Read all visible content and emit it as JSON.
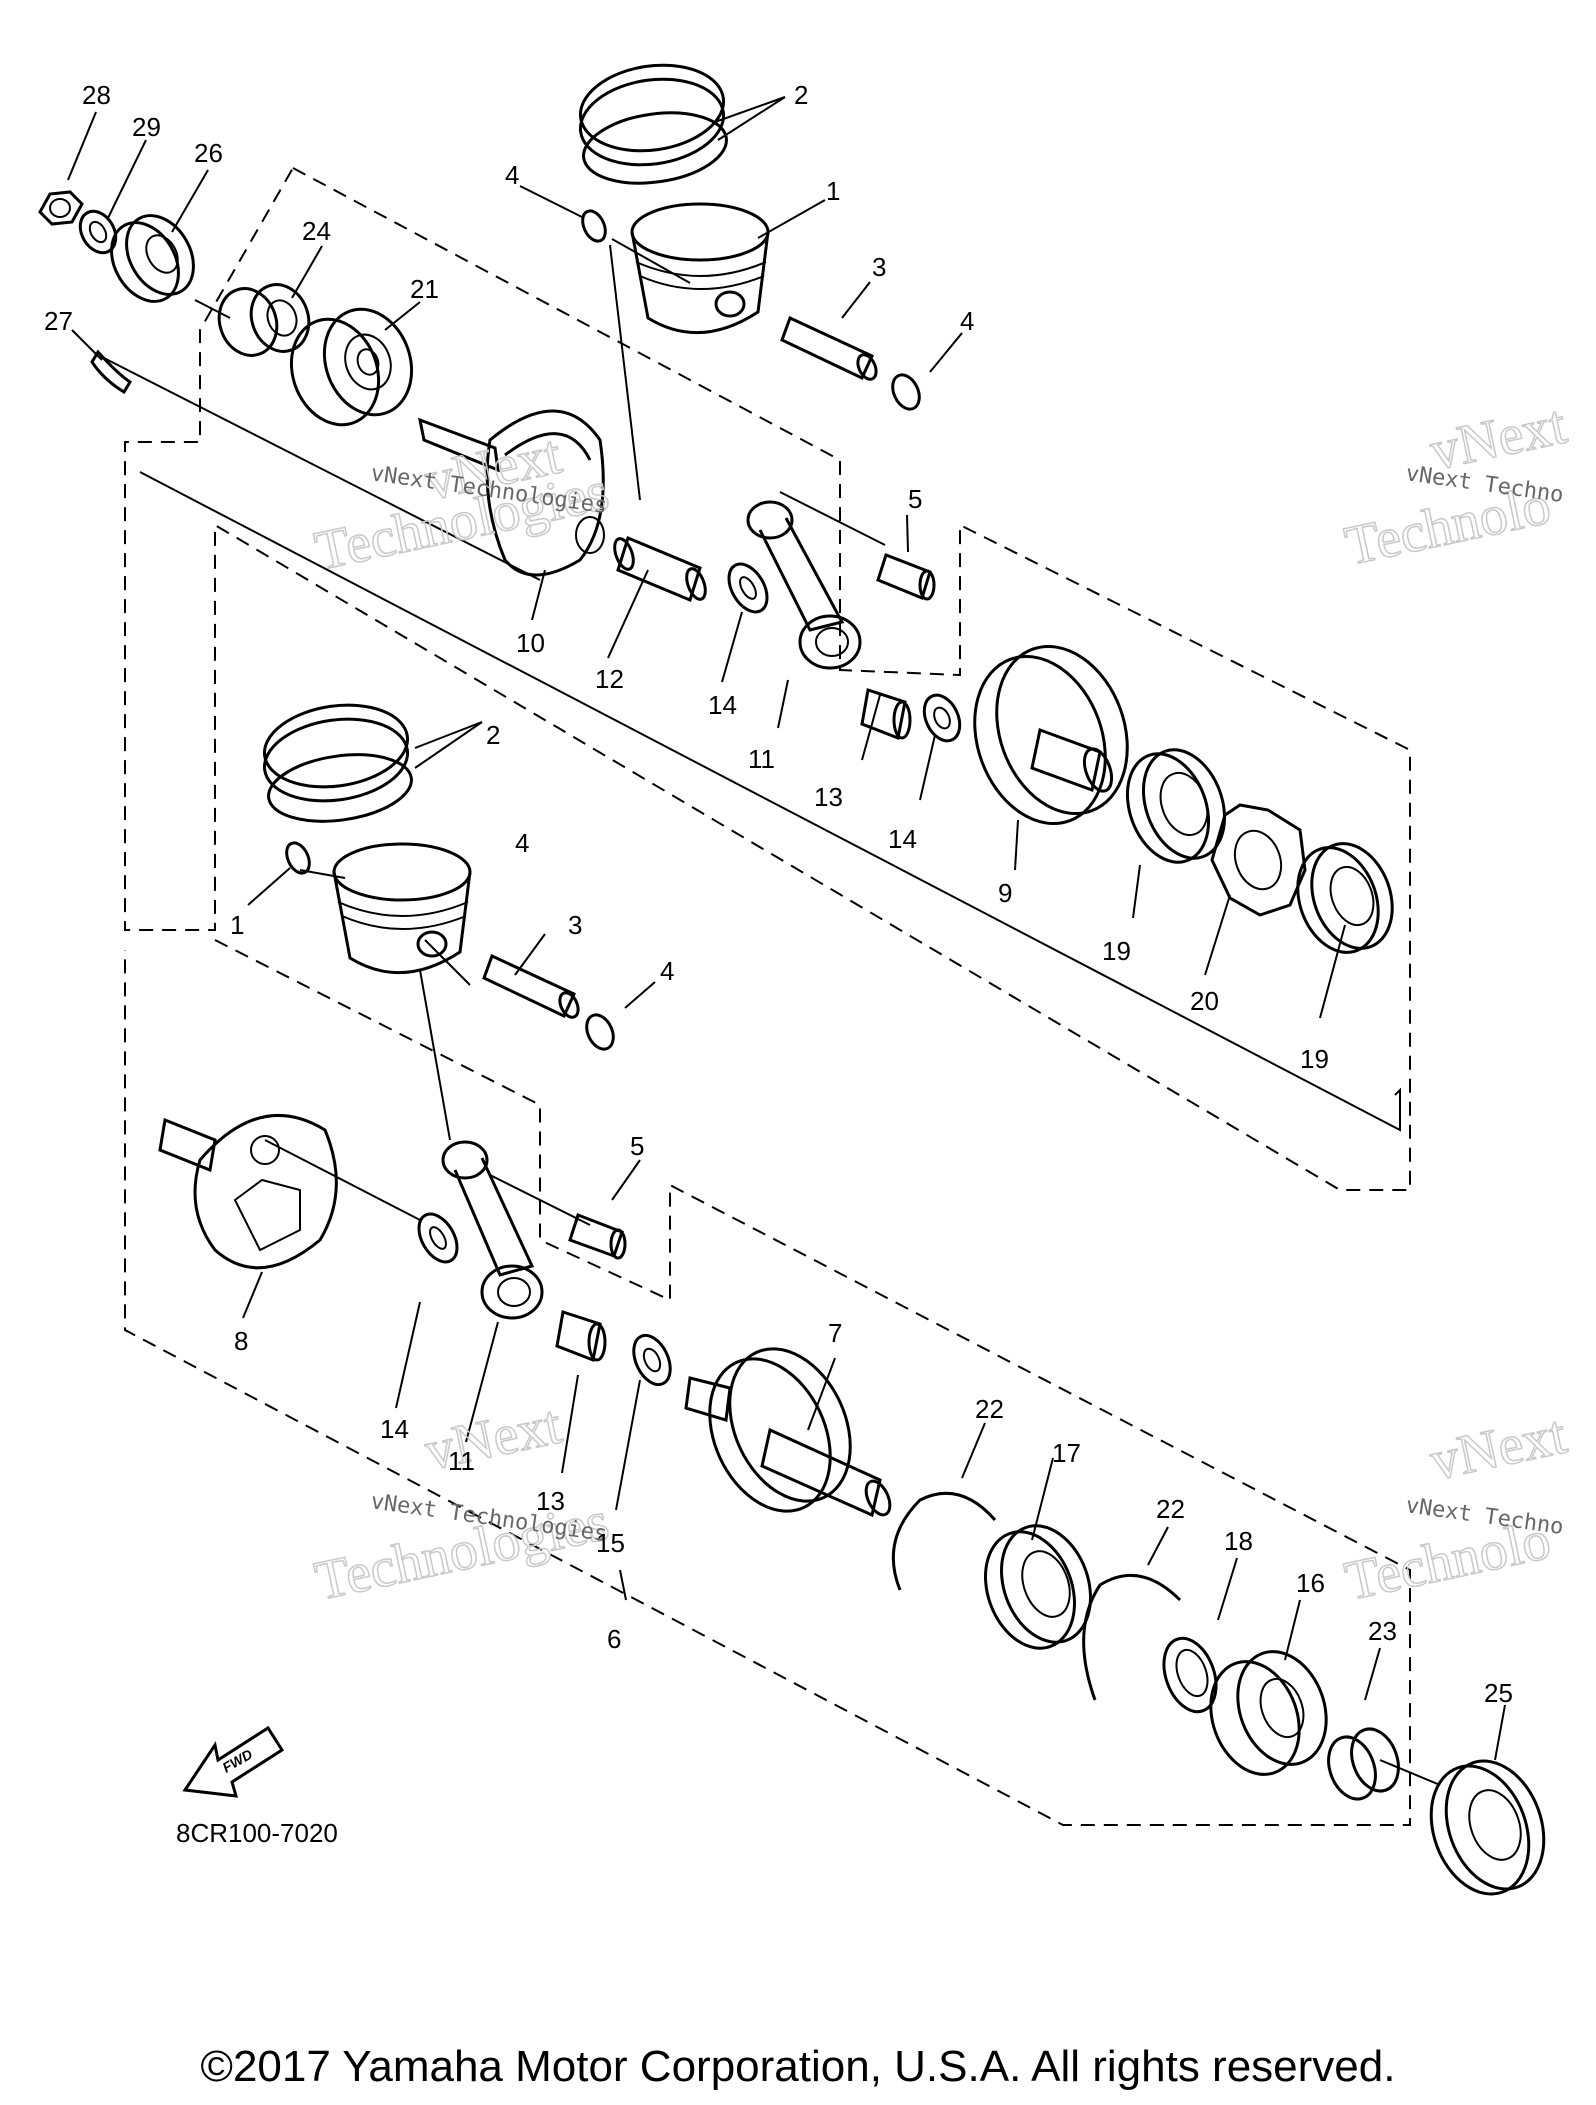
{
  "diagram": {
    "code": "8CR100-7020",
    "fwd_label": "FWD",
    "watermark_line1": "vNext",
    "watermark_line2": "Technologies",
    "watermark_small": "vNext Technologies",
    "watermark_edge_small": "vNext Techno",
    "watermark_edge_big": "Technolo",
    "callouts": [
      {
        "id": "c28",
        "text": "28"
      },
      {
        "id": "c29",
        "text": "29"
      },
      {
        "id": "c26",
        "text": "26"
      },
      {
        "id": "c24",
        "text": "24"
      },
      {
        "id": "c21",
        "text": "21"
      },
      {
        "id": "c27",
        "text": "27"
      },
      {
        "id": "c2a",
        "text": "2"
      },
      {
        "id": "c4a",
        "text": "4"
      },
      {
        "id": "c1a",
        "text": "1"
      },
      {
        "id": "c3a",
        "text": "3"
      },
      {
        "id": "c4b",
        "text": "4"
      },
      {
        "id": "c5a",
        "text": "5"
      },
      {
        "id": "c10",
        "text": "10"
      },
      {
        "id": "c12",
        "text": "12"
      },
      {
        "id": "c14a",
        "text": "14"
      },
      {
        "id": "c11a",
        "text": "11"
      },
      {
        "id": "c13a",
        "text": "13"
      },
      {
        "id": "c14b",
        "text": "14"
      },
      {
        "id": "c9",
        "text": "9"
      },
      {
        "id": "c19a",
        "text": "19"
      },
      {
        "id": "c20",
        "text": "20"
      },
      {
        "id": "c19b",
        "text": "19"
      },
      {
        "id": "c2b",
        "text": "2"
      },
      {
        "id": "c1b",
        "text": "1"
      },
      {
        "id": "c4c",
        "text": "4"
      },
      {
        "id": "c3b",
        "text": "3"
      },
      {
        "id": "c4d",
        "text": "4"
      },
      {
        "id": "c5b",
        "text": "5"
      },
      {
        "id": "c8",
        "text": "8"
      },
      {
        "id": "c14c",
        "text": "14"
      },
      {
        "id": "c11b",
        "text": "11"
      },
      {
        "id": "c13b",
        "text": "13"
      },
      {
        "id": "c15",
        "text": "15"
      },
      {
        "id": "c6",
        "text": "6"
      },
      {
        "id": "c7",
        "text": "7"
      },
      {
        "id": "c22a",
        "text": "22"
      },
      {
        "id": "c17",
        "text": "17"
      },
      {
        "id": "c22b",
        "text": "22"
      },
      {
        "id": "c18",
        "text": "18"
      },
      {
        "id": "c16",
        "text": "16"
      },
      {
        "id": "c23",
        "text": "23"
      },
      {
        "id": "c25",
        "text": "25"
      }
    ]
  },
  "footer": {
    "copyright": "©2017 Yamaha Motor Corporation, U.S.A. All rights reserved."
  }
}
